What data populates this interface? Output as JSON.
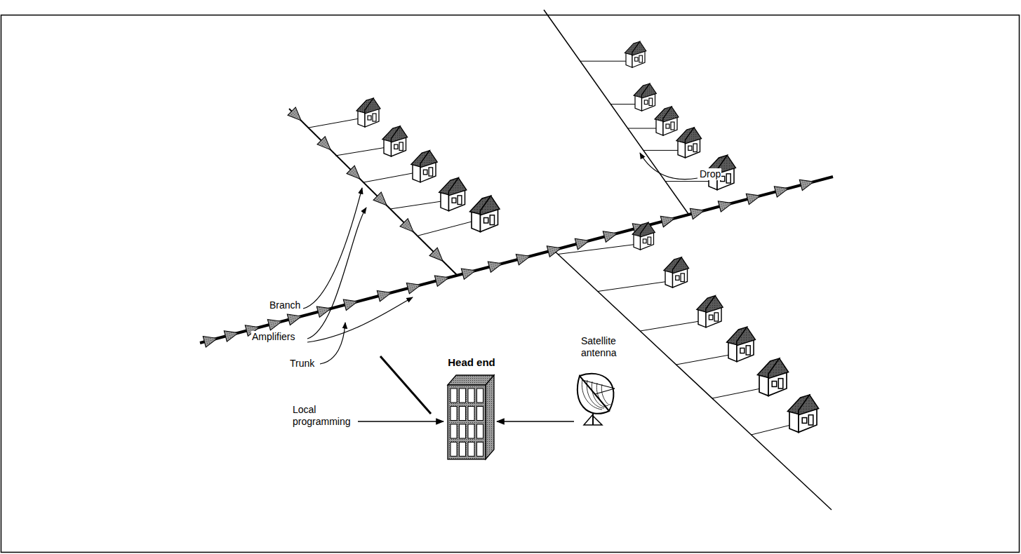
{
  "diagram": {
    "nodes": [
      {
        "text": [
          "Head end"
        ]
      },
      {
        "text": [
          "Satellite antenna"
        ]
      }
    ],
    "edges": [
      {
        "from": 1,
        "to": 0,
        "arrow": "to"
      }
    ],
    "labels": [
      "Branch",
      "Amplifiers",
      "Trunk",
      "Drop",
      "Local programming"
    ]
  }
}
